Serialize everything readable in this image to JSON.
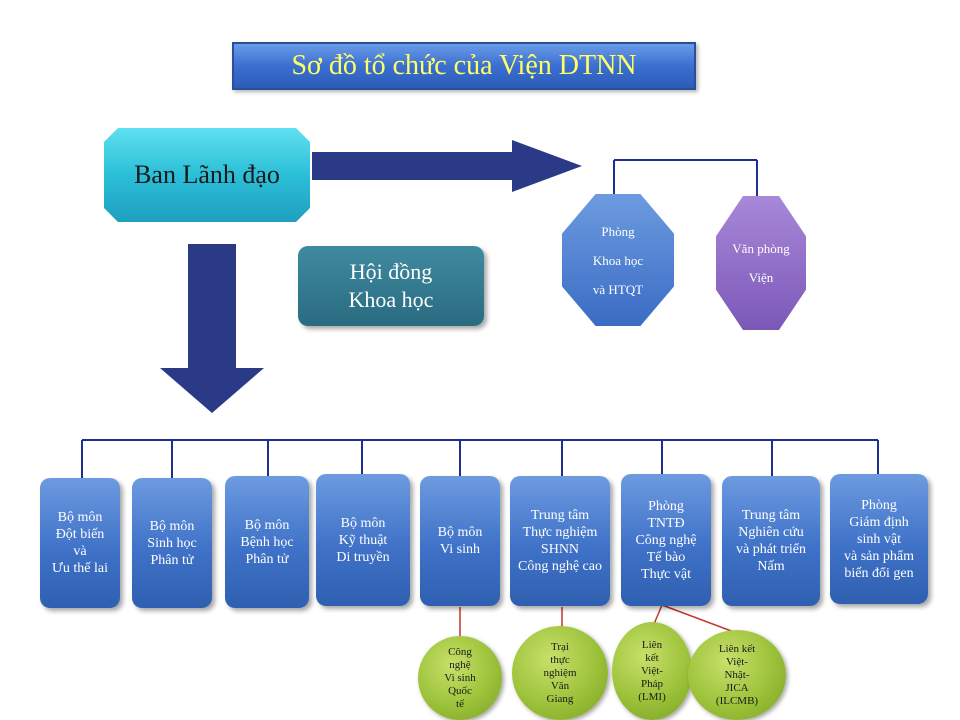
{
  "title": "Sơ đồ tổ chức của Viện DTNN",
  "leadership": "Ban Lãnh đạo",
  "council": "Hội đồng\nKhoa học",
  "offices": [
    {
      "label": "Phòng\nKhoa học\nvà  HTQT"
    },
    {
      "label": "Văn phòng\nViện"
    }
  ],
  "departments": [
    {
      "label": "Bộ môn\nĐột biến\nvà\nƯu thế lai"
    },
    {
      "label": "Bộ môn\nSinh học\nPhân tử"
    },
    {
      "label": "Bộ môn\nBệnh học\nPhân tử"
    },
    {
      "label": "Bộ môn\nKỹ thuật\nDi truyền"
    },
    {
      "label": "Bộ môn\nVi sinh"
    },
    {
      "label": "Trung tâm\nThực nghiệm\nSHNN\nCông nghệ cao"
    },
    {
      "label": "Phòng\nTNTĐ\nCông nghệ\nTế bào\nThực vật"
    },
    {
      "label": "Trung tâm\nNghiên cứu\nvà phát triển\nNấm"
    },
    {
      "label": "Phòng\nGiám định\nsinh vật\nvà sản phẩm\nbiến đổi gen"
    }
  ],
  "units": [
    {
      "label": "Công\nnghệ\nVi sinh\nQuốc\ntế"
    },
    {
      "label": "Trại\nthực\nnghiệm\nVăn\nGiang"
    },
    {
      "label": "Liên\nkết\nViệt-\nPháp\n(LMI)"
    },
    {
      "label": "Liên kết\nViệt-\nNhật-\nJICA\n(ILCMB)"
    }
  ],
  "colors": {
    "connector": "#1f2f8f",
    "arrow": "#2b3a86",
    "sub_connector": "#c0392b",
    "title_text": "#ffff66"
  }
}
